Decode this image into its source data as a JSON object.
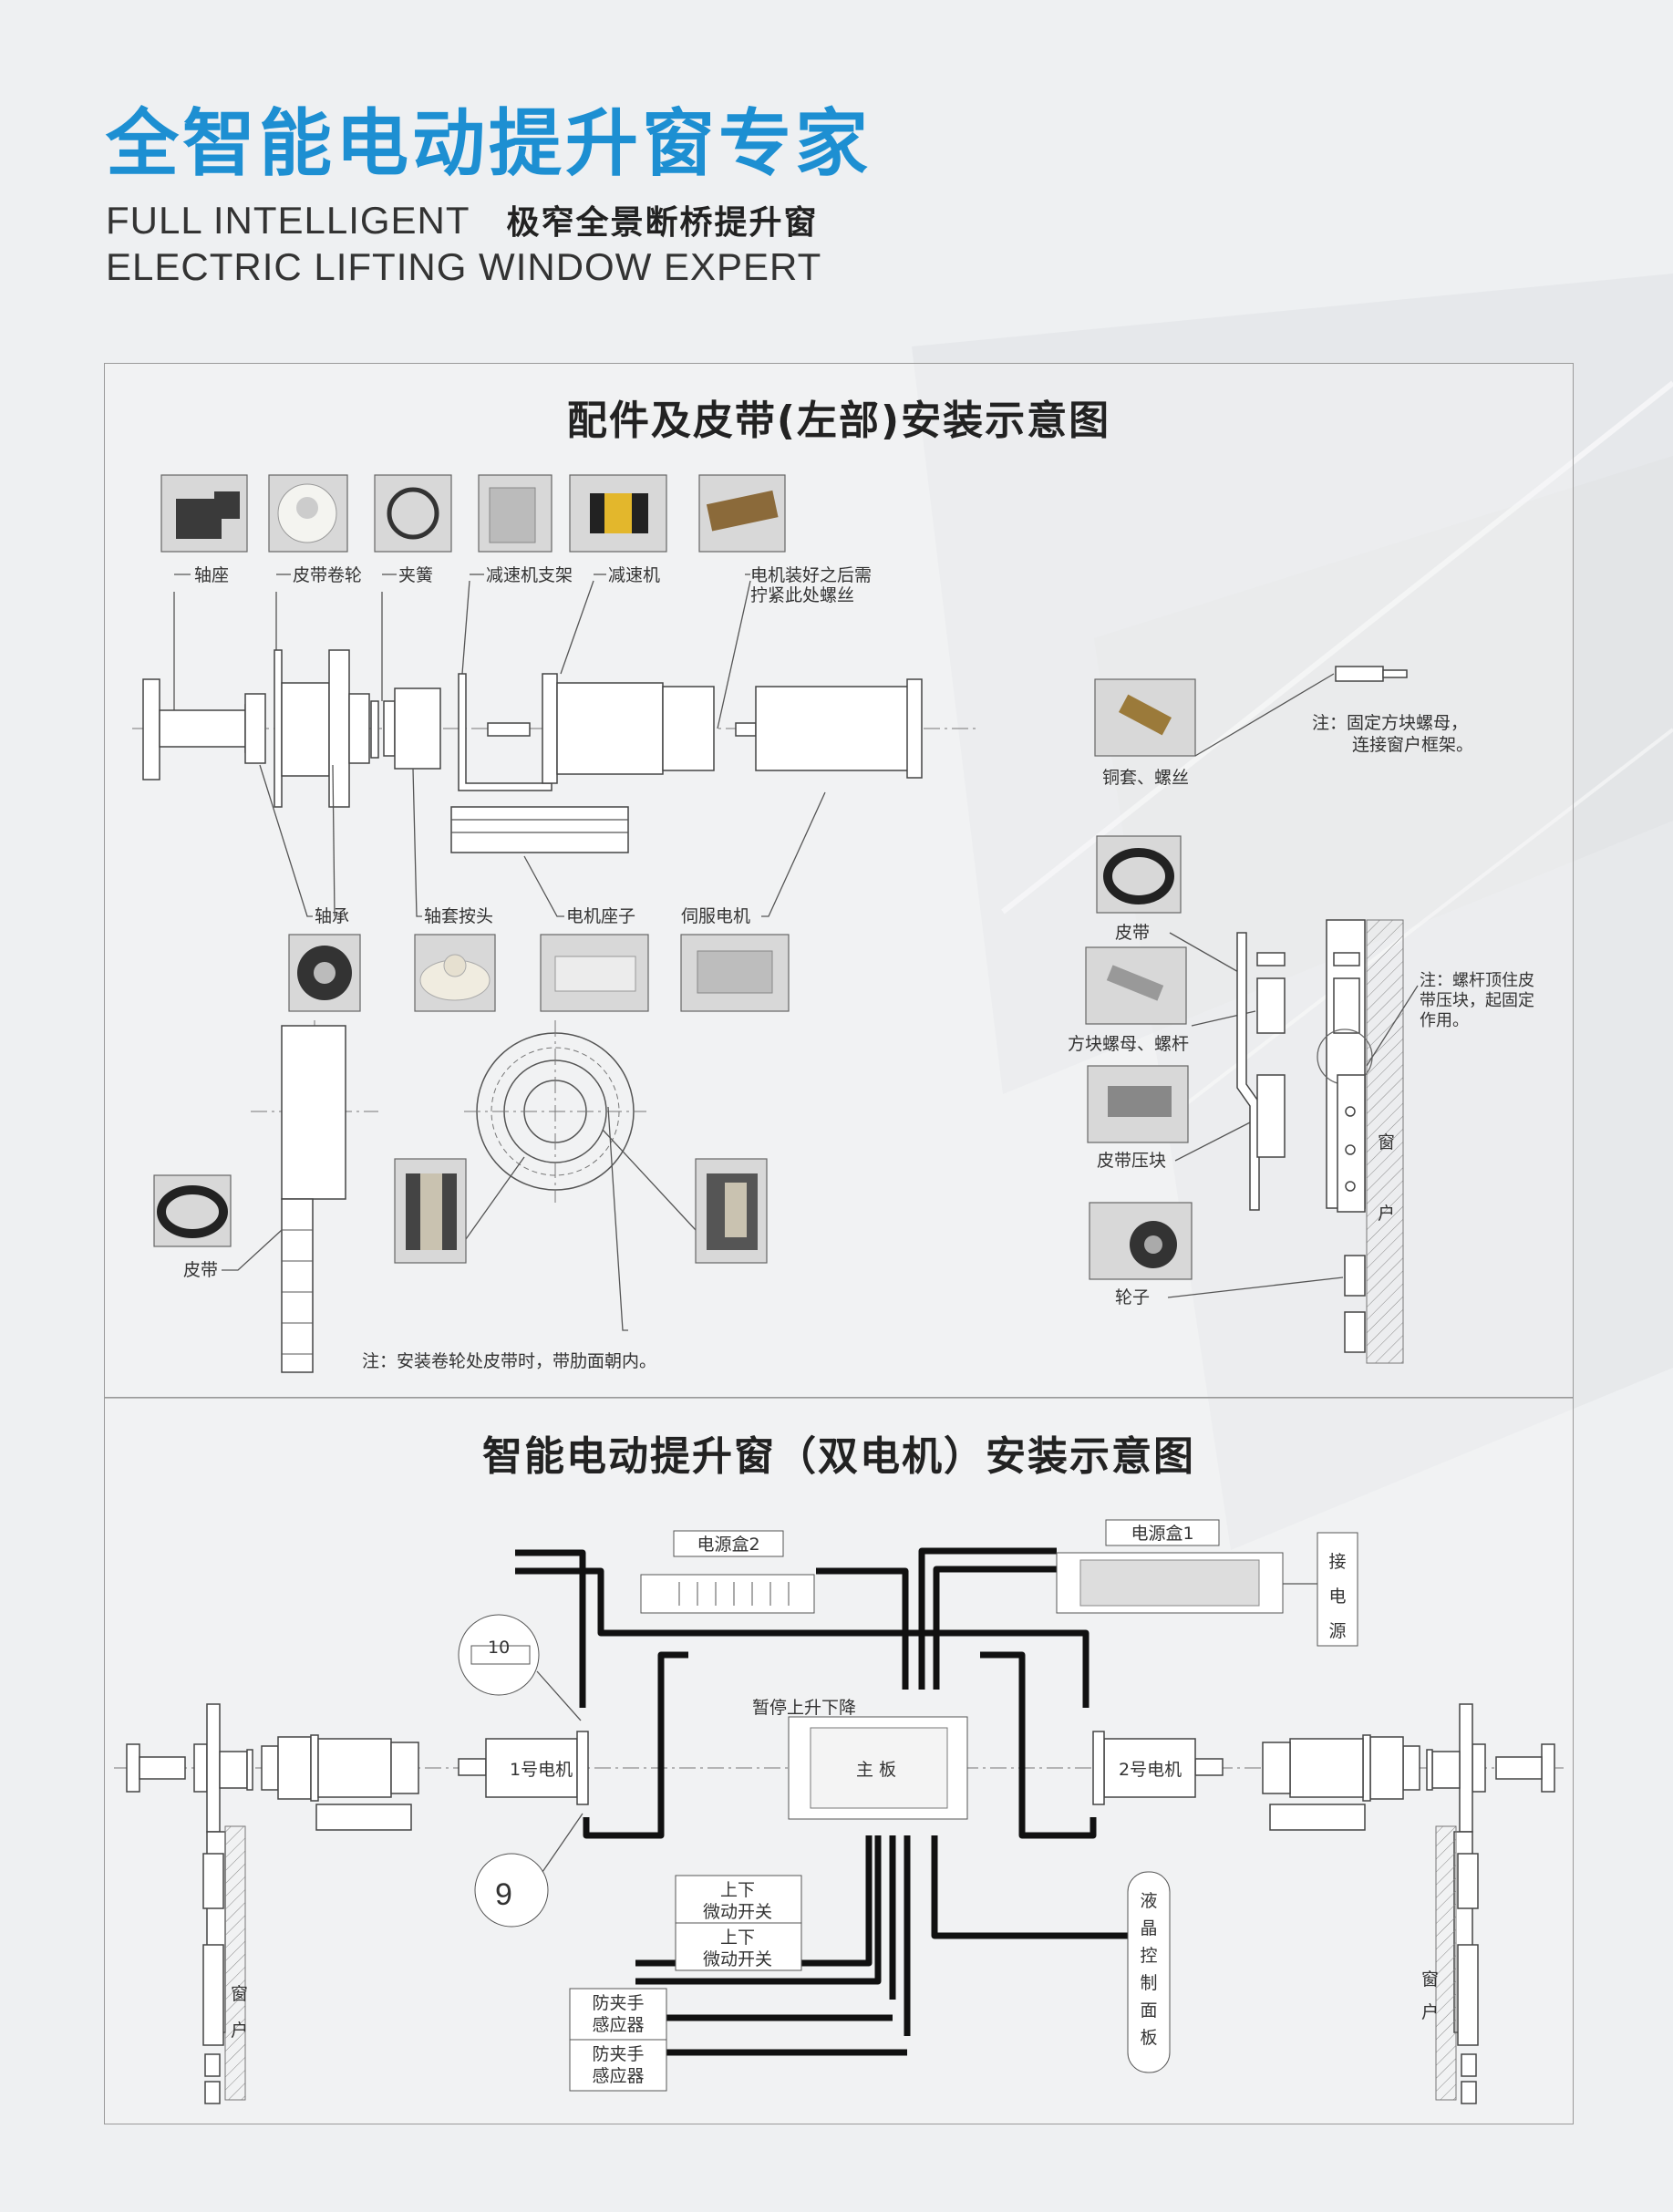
{
  "header": {
    "title_cn": "全智能电动提升窗专家",
    "title_en_line1": "FULL INTELLIGENT",
    "title_en_line2": "ELECTRIC LIFTING WINDOW EXPERT",
    "subtitle_cn": "极窄全景断桥提升窗"
  },
  "panel1": {
    "title": "配件及皮带(左部)安装示意图",
    "top_parts": [
      "轴座",
      "皮带卷轮",
      "夹簧",
      "减速机支架",
      "减速机"
    ],
    "motor_note": "电机装好之后需\n拧紧此处螺丝",
    "bottom_parts": [
      "轴承",
      "轴套按头",
      "电机座子",
      "伺服电机"
    ],
    "belt_label": "皮带",
    "belt_note": "注：安装卷轮处皮带时，带肋面朝内。",
    "copper_label": "铜套、螺丝",
    "copper_note_line1": "注：固定方块螺母，",
    "copper_note_line2": "连接窗户框架。",
    "right_belt_label": "皮带",
    "square_nut_label": "方块螺母、螺杆",
    "clamp_label": "皮带压块",
    "wheel_label": "轮子",
    "screw_note_line1": "注：螺杆顶住皮",
    "screw_note_line2": "带压块，起固定",
    "screw_note_line3": "作用。",
    "window_label_1": "窗",
    "window_label_2": "户"
  },
  "panel2": {
    "title": "智能电动提升窗（双电机）安装示意图",
    "power_box_2": "电源盒2",
    "power_box_1": "电源盒1",
    "connect_power": [
      "接",
      "电",
      "源"
    ],
    "callout_10": "10",
    "callout_9": "9",
    "motor_1": "1号电机",
    "motor_2": "2号电机",
    "main_board": "主 板",
    "board_buttons": "暂停上升下降",
    "micro_switch_1": [
      "上下",
      "微动开关"
    ],
    "micro_switch_2": [
      "上下",
      "微动开关"
    ],
    "anti_pinch_1": [
      "防夹手",
      "感应器"
    ],
    "anti_pinch_2": [
      "防夹手",
      "感应器"
    ],
    "lcd_panel": [
      "液",
      "晶",
      "控",
      "制",
      "面",
      "板"
    ],
    "window_left": [
      "窗",
      "户"
    ],
    "window_right": [
      "窗",
      "户"
    ]
  }
}
